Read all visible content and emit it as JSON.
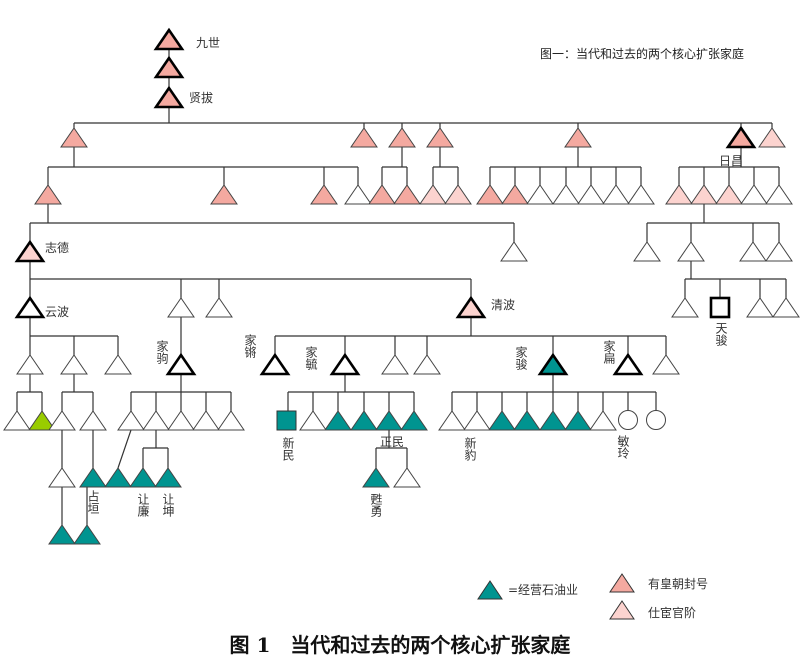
{
  "title": "图一：当代和过去的两个核心扩张家庭",
  "caption": "图 1　当代和过去的两个核心扩张家庭",
  "labels": {
    "jiushi": "九世",
    "xianba": "贤拔",
    "richang": "日昌",
    "zhide": "志德",
    "yunbo": "云波",
    "qingbo": "清波",
    "jiaju": "家驹",
    "jiaqiang": "家锵",
    "jiayu": "家毓",
    "jiajun": "家骏",
    "jiabian": "家扁",
    "tianjun": "天骏",
    "zhanyuan": "占垣",
    "ranglian": "让廉",
    "rangkun": "让坤",
    "xinmin": "新民",
    "zhengmin": "正民",
    "suyong": "甦勇",
    "xinbao": "新豹",
    "minling": "敏玲"
  },
  "legend": {
    "oil": "=经营石油业",
    "imperial": "有皇朝封号",
    "official": "仕宦官阶"
  },
  "colors": {
    "imperial": "#f4a9a0",
    "official": "#fcd3cf",
    "oil": "#009490",
    "green": "#99cc00",
    "line": "#333333"
  }
}
